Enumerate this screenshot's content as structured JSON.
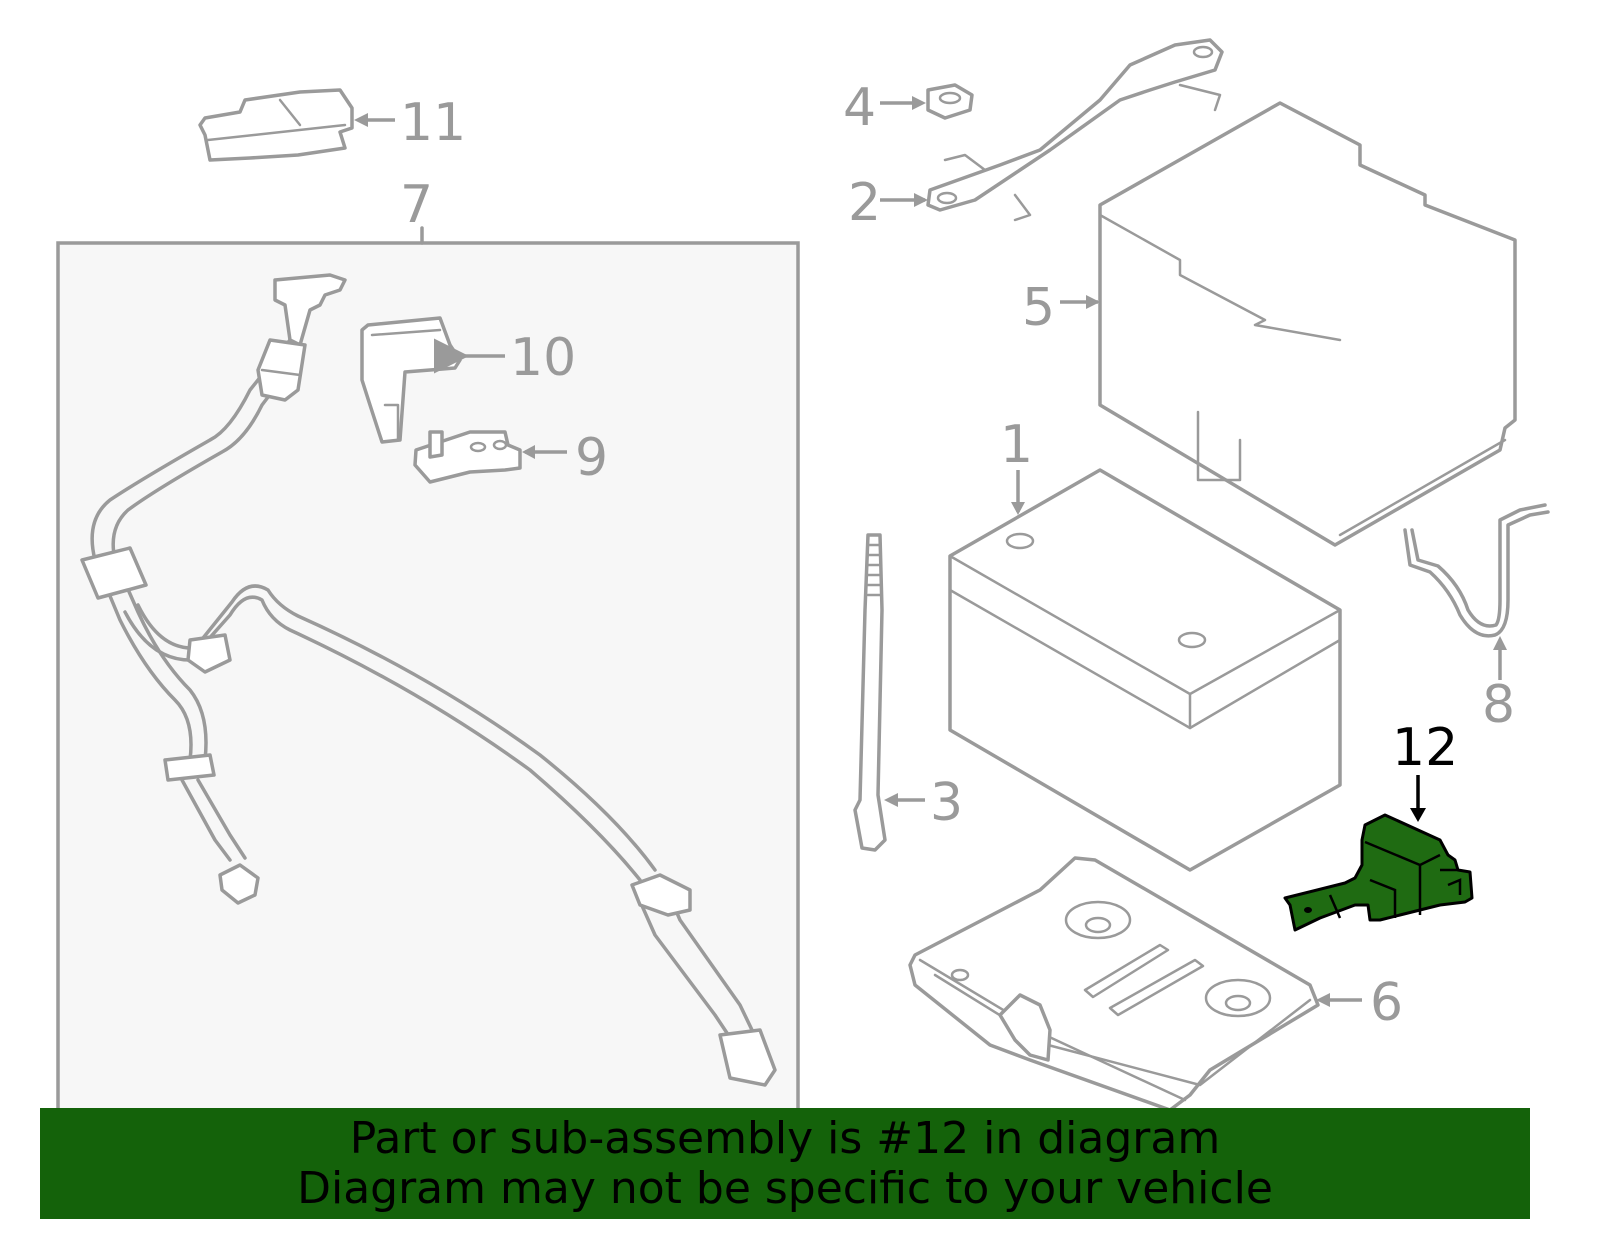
{
  "callouts": {
    "c1": "1",
    "c2": "2",
    "c3": "3",
    "c4": "4",
    "c5": "5",
    "c6": "6",
    "c7": "7",
    "c8": "8",
    "c9": "9",
    "c10": "10",
    "c11": "11",
    "c12": "12"
  },
  "highlighted_part": "12",
  "colors": {
    "line": "#9a9a9a",
    "highlight_fill": "#1f6b12",
    "banner_bg": "#14620a",
    "panel_bg": "#f7f7f7"
  },
  "banner": {
    "line1": "Part or sub-assembly is #12 in diagram",
    "line2": "Diagram may not be specific to your vehicle"
  }
}
